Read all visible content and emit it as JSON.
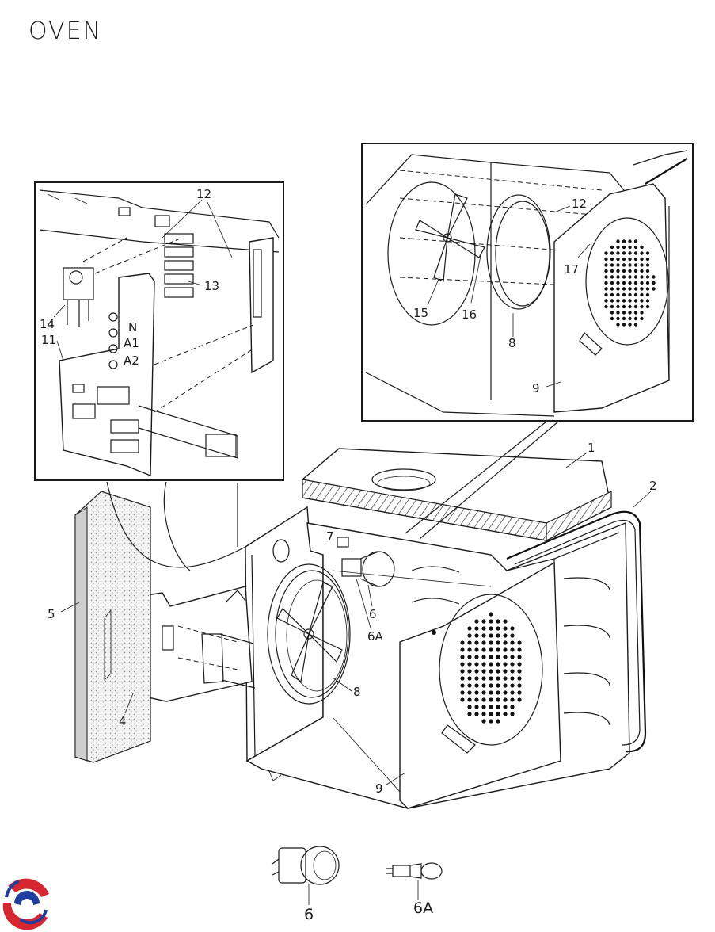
{
  "title": "OVEN",
  "main_labels": {
    "n1": "1",
    "n2": "2",
    "n4": "4",
    "n5": "5",
    "n6": "6",
    "n6A": "6A",
    "n7": "7",
    "n8": "8",
    "n9": "9"
  },
  "left_inset_labels": {
    "n11": "11",
    "n12": "12",
    "n13": "13",
    "n14": "14",
    "markings": [
      "N",
      "A1",
      "A2"
    ]
  },
  "right_inset_labels": {
    "n8": "8",
    "n9": "9",
    "n12": "12",
    "n15": "15",
    "n16": "16",
    "n17": "17"
  },
  "bottom_parts": {
    "lamp": "6",
    "bulb": "6A"
  },
  "colors": {
    "line": "#1a1a1a",
    "logo_red": "#d7262f",
    "logo_blue": "#1f3f9e"
  },
  "icons": [
    "brand-logo-icon"
  ]
}
